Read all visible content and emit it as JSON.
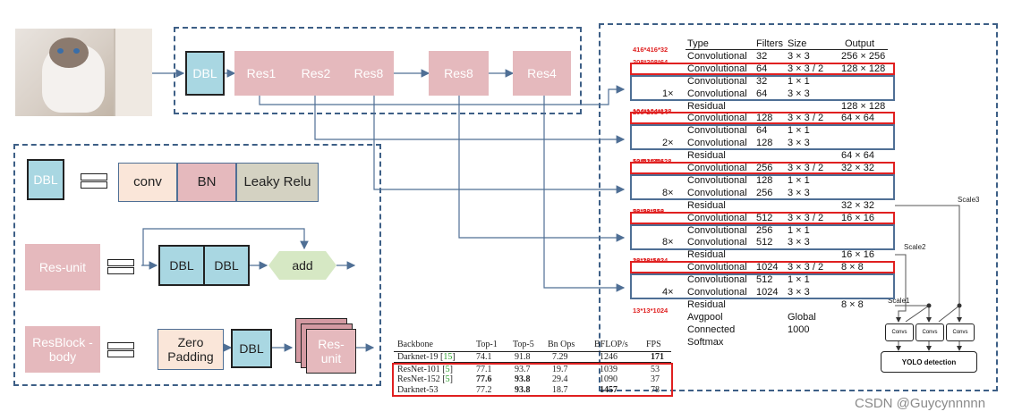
{
  "top": {
    "dbl": "DBL",
    "res1": "Res1",
    "res2": "Res2",
    "res8a": "Res8",
    "res8b": "Res8",
    "res4": "Res4"
  },
  "legend": {
    "dbl": "DBL",
    "conv": "conv",
    "bn": "BN",
    "leaky": "Leaky Relu",
    "resunit": "Res-unit",
    "dbl1": "DBL",
    "dbl2": "DBL",
    "add": "add",
    "resblock": "ResBlock -body",
    "zeropad": "Zero Padding",
    "dbl3": "DBL",
    "resunit2": "Res- unit"
  },
  "darknet": {
    "headers": [
      "Type",
      "Filters",
      "Size",
      "Output"
    ],
    "rows": [
      {
        "mult": "",
        "type": "Convolutional",
        "filters": "32",
        "size": "3 × 3",
        "output": "256 × 256"
      },
      {
        "mult": "",
        "type": "Convolutional",
        "filters": "64",
        "size": "3 × 3 / 2",
        "output": "128 × 128"
      },
      {
        "mult": "",
        "type": "Convolutional",
        "filters": "32",
        "size": "1 × 1",
        "output": ""
      },
      {
        "mult": "1×",
        "type": "Convolutional",
        "filters": "64",
        "size": "3 × 3",
        "output": ""
      },
      {
        "mult": "",
        "type": "Residual",
        "filters": "",
        "size": "",
        "output": "128 × 128"
      },
      {
        "mult": "",
        "type": "Convolutional",
        "filters": "128",
        "size": "3 × 3 / 2",
        "output": "64 × 64"
      },
      {
        "mult": "",
        "type": "Convolutional",
        "filters": "64",
        "size": "1 × 1",
        "output": ""
      },
      {
        "mult": "2×",
        "type": "Convolutional",
        "filters": "128",
        "size": "3 × 3",
        "output": ""
      },
      {
        "mult": "",
        "type": "Residual",
        "filters": "",
        "size": "",
        "output": "64 × 64"
      },
      {
        "mult": "",
        "type": "Convolutional",
        "filters": "256",
        "size": "3 × 3 / 2",
        "output": "32 × 32"
      },
      {
        "mult": "",
        "type": "Convolutional",
        "filters": "128",
        "size": "1 × 1",
        "output": ""
      },
      {
        "mult": "8×",
        "type": "Convolutional",
        "filters": "256",
        "size": "3 × 3",
        "output": ""
      },
      {
        "mult": "",
        "type": "Residual",
        "filters": "",
        "size": "",
        "output": "32 × 32"
      },
      {
        "mult": "",
        "type": "Convolutional",
        "filters": "512",
        "size": "3 × 3 / 2",
        "output": "16 × 16"
      },
      {
        "mult": "",
        "type": "Convolutional",
        "filters": "256",
        "size": "1 × 1",
        "output": ""
      },
      {
        "mult": "8×",
        "type": "Convolutional",
        "filters": "512",
        "size": "3 × 3",
        "output": ""
      },
      {
        "mult": "",
        "type": "Residual",
        "filters": "",
        "size": "",
        "output": "16 × 16"
      },
      {
        "mult": "",
        "type": "Convolutional",
        "filters": "1024",
        "size": "3 × 3 / 2",
        "output": "8 × 8"
      },
      {
        "mult": "",
        "type": "Convolutional",
        "filters": "512",
        "size": "1 × 1",
        "output": ""
      },
      {
        "mult": "4×",
        "type": "Convolutional",
        "filters": "1024",
        "size": "3 × 3",
        "output": ""
      },
      {
        "mult": "",
        "type": "Residual",
        "filters": "",
        "size": "",
        "output": "8 × 8"
      },
      {
        "mult": "",
        "type": "Avgpool",
        "filters": "",
        "size": "Global",
        "output": ""
      },
      {
        "mult": "",
        "type": "Connected",
        "filters": "",
        "size": "1000",
        "output": ""
      },
      {
        "mult": "",
        "type": "Softmax",
        "filters": "",
        "size": "",
        "output": ""
      }
    ],
    "labels": [
      "416*416*32",
      "208*208*64",
      "208*208*64",
      "104*104*128",
      "104*104*128",
      "52*52*256",
      "52*52*256",
      "26*26*512",
      "26*26*512",
      "13*13*1024",
      "13*13*1024"
    ]
  },
  "yolo": {
    "scale1": "Scale1",
    "scale2": "Scale2",
    "scale3": "Scale3",
    "convs": "Convs",
    "detection": "YOLO detection"
  },
  "bench": {
    "headers": [
      "Backbone",
      "Top-1",
      "Top-5",
      "Bn Ops",
      "BFLOP/s",
      "FPS"
    ],
    "rows": [
      {
        "name": "Darknet-19",
        "cite": "15",
        "top1": "74.1",
        "top5": "91.8",
        "ops": "7.29",
        "bflop": "1246",
        "fps": "171"
      },
      {
        "name": "ResNet-101",
        "cite": "5",
        "top1": "77.1",
        "top5": "93.7",
        "ops": "19.7",
        "bflop": "1039",
        "fps": "53"
      },
      {
        "name": "ResNet-152",
        "cite": "5",
        "top1": "77.6",
        "top5": "93.8",
        "ops": "29.4",
        "bflop": "1090",
        "fps": "37"
      },
      {
        "name": "Darknet-53",
        "cite": "",
        "top1": "77.2",
        "top5": "93.8",
        "ops": "18.7",
        "bflop": "1457",
        "fps": "78"
      }
    ]
  },
  "watermark": "CSDN @Guycynnnnn",
  "colors": {
    "dbl": "#a9d7e2",
    "res": "#e5b9bd",
    "frame": "#3d5f86",
    "highlight": "#e02020"
  }
}
